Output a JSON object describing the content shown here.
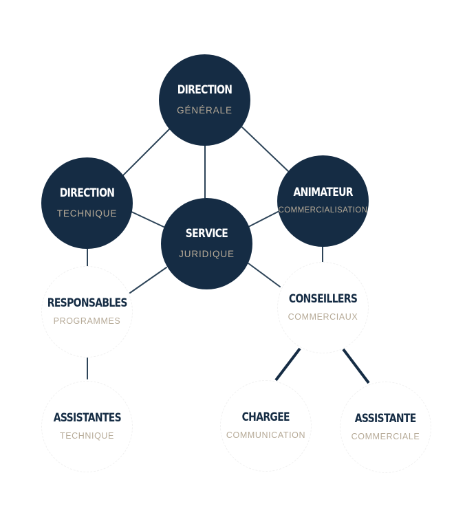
{
  "nodes": {
    "direction_generale": {
      "title": "DIRECTION",
      "subtitle": "GÉNÉRALE"
    },
    "direction_technique": {
      "title": "DIRECTION",
      "subtitle": "TECHNIQUE"
    },
    "service_juridique": {
      "title": "SERVICE",
      "subtitle": "JURIDIQUE"
    },
    "animateur_commercialisation": {
      "title": "ANIMATEUR",
      "subtitle": "COMMERCIALISATION"
    },
    "responsables_programmes": {
      "title": "RESPONSABLES",
      "subtitle": "PROGRAMMES"
    },
    "conseillers_commerciaux": {
      "title": "CONSEILLERS",
      "subtitle": "COMMERCIAUX"
    },
    "assistantes_technique": {
      "title": "ASSISTANTES",
      "subtitle": "TECHNIQUE"
    },
    "chargee_communication": {
      "title": "CHARGEE",
      "subtitle": "COMMUNICATION"
    },
    "assistante_commerciale": {
      "title": "ASSISTANTE",
      "subtitle": "COMMERCIALE"
    }
  },
  "colors": {
    "node_fill": "#152c44",
    "subtitle_text": "#b6aa97",
    "connector": "#152c44"
  }
}
